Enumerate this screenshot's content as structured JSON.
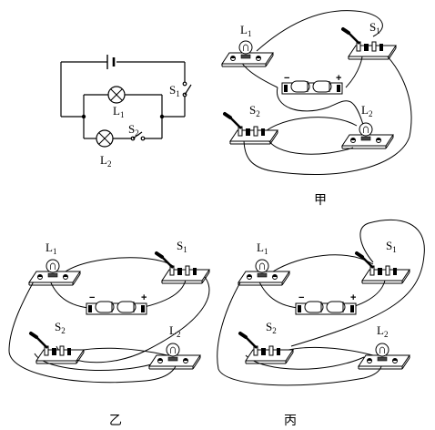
{
  "schematic": {
    "lamp1": {
      "letter": "L",
      "sub": "1"
    },
    "lamp2": {
      "letter": "L",
      "sub": "2"
    },
    "switch1": {
      "letter": "S",
      "sub": "1"
    },
    "switch2": {
      "letter": "S",
      "sub": "2"
    }
  },
  "panels": [
    {
      "caption": "甲",
      "lamp1": {
        "letter": "L",
        "sub": "1"
      },
      "switch1": {
        "letter": "S",
        "sub": "1"
      },
      "switch2": {
        "letter": "S",
        "sub": "2"
      },
      "lamp2": {
        "letter": "L",
        "sub": "2"
      },
      "battery": {
        "minus": "−",
        "plus": "+"
      }
    },
    {
      "caption": "乙",
      "lamp1": {
        "letter": "L",
        "sub": "1"
      },
      "switch1": {
        "letter": "S",
        "sub": "1"
      },
      "switch2": {
        "letter": "S",
        "sub": "2"
      },
      "lamp2": {
        "letter": "L",
        "sub": "2"
      },
      "battery": {
        "minus": "−",
        "plus": "+"
      }
    },
    {
      "caption": "丙",
      "lamp1": {
        "letter": "L",
        "sub": "1"
      },
      "switch1": {
        "letter": "S",
        "sub": "1"
      },
      "switch2": {
        "letter": "S",
        "sub": "2"
      },
      "lamp2": {
        "letter": "L",
        "sub": "2"
      },
      "battery": {
        "minus": "−",
        "plus": "+"
      }
    }
  ]
}
